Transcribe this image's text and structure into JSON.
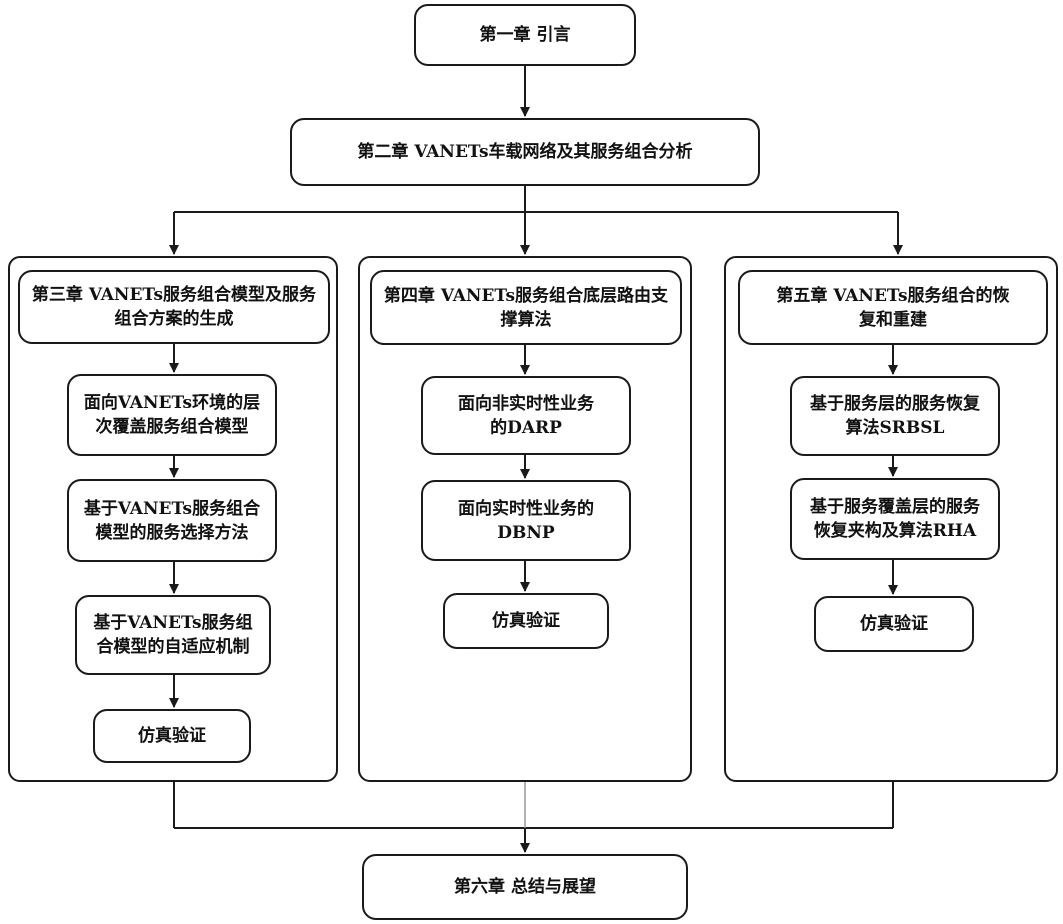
{
  "ch1": "第一章  引言",
  "ch2": "第二章  VANETs车载网络及其服务组合分析",
  "ch3": {
    "title": "第三章  VANETs服务组合模型及服务组合方案的生成",
    "steps": [
      "面向VANETs环境的层次覆盖服务组合模型",
      "基于VANETs服务组合模型的服务选择方法",
      "基于VANETs服务组合模型的自适应机制",
      "仿真验证"
    ]
  },
  "ch4": {
    "title": "第四章  VANETs服务组合底层路由支撑算法",
    "steps": [
      "面向非实时性业务的DARP",
      "面向实时性业务的DBNP",
      "仿真验证"
    ]
  },
  "ch5": {
    "title": "第五章  VANETs服务组合的恢复和重建",
    "steps": [
      "基于服务层的服务恢复算法SRBSL",
      "基于服务覆盖层的服务恢复夹构及算法RHA",
      "仿真验证"
    ]
  },
  "ch6": "第六章  总结与展望"
}
